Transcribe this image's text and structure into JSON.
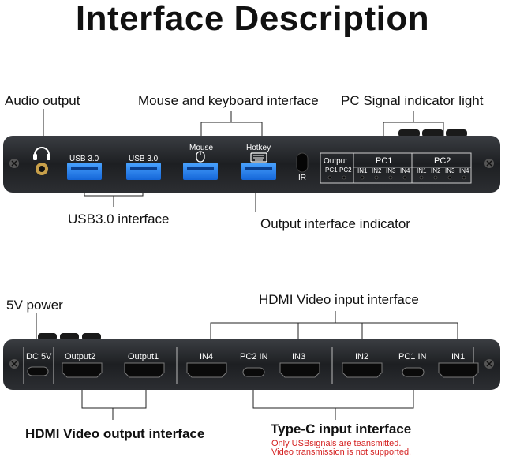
{
  "title": "Interface Description",
  "top_panel": {
    "usb_port_1": "USB 3.0",
    "usb_port_2": "USB 3.0",
    "mouse_port": "Mouse",
    "hotkey_port": "Hotkey",
    "ir": "IR",
    "output_group": {
      "title": "Output",
      "leds": [
        "PC1",
        "PC2"
      ]
    },
    "pc1_group": {
      "title": "PC1",
      "leds": [
        "IN1",
        "IN2",
        "IN3",
        "IN4"
      ]
    },
    "pc2_group": {
      "title": "PC2",
      "leds": [
        "IN1",
        "IN2",
        "IN3",
        "IN4"
      ]
    }
  },
  "bottom_panel": {
    "dc": "DC 5V",
    "output2": "Output2",
    "output1": "Output1",
    "in4": "IN4",
    "pc2_in": "PC2 IN",
    "in3": "IN3",
    "in2": "IN2",
    "pc1_in": "PC1 IN",
    "in1": "IN1"
  },
  "callouts": {
    "audio_output": "Audio output",
    "mouse_keyboard": "Mouse and keyboard interface",
    "pc_signal": "PC Signal indicator light",
    "usb30": "USB3.0 interface",
    "output_indicator": "Output interface indicator",
    "power_5v": "5V power",
    "hdmi_input": "HDMI Video input interface",
    "hdmi_output": "HDMI Video output interface",
    "typec_input": "Type-C input interface",
    "note_line1": "Only USBsignals are teansmitted.",
    "note_line2": "Video transmission is not supported."
  }
}
